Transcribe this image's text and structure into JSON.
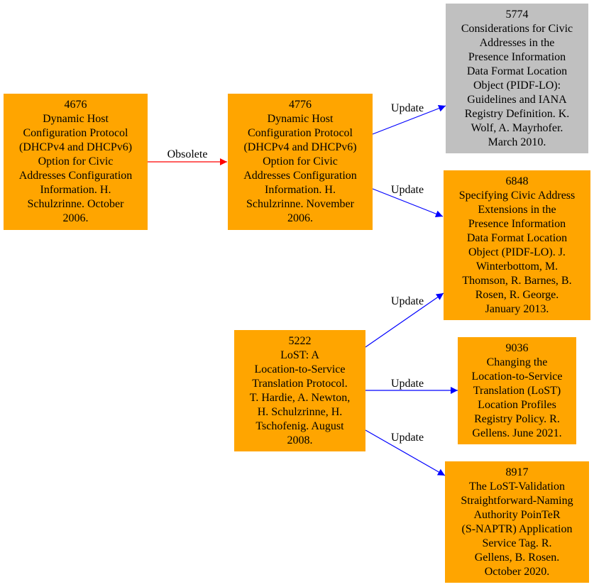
{
  "colors": {
    "orange": "#ffa500",
    "gray": "#c0c0c0",
    "obsolete_edge": "#ff0000",
    "update_edge": "#0000ff"
  },
  "nodes": {
    "n4676": {
      "number": "4676",
      "text": "Dynamic Host\nConfiguration Protocol\n(DHCPv4 and DHCPv6)\nOption for Civic\nAddresses Configuration\nInformation. H.\nSchulzrinne. October\n2006.",
      "color": "orange"
    },
    "n4776": {
      "number": "4776",
      "text": "Dynamic Host\nConfiguration Protocol\n(DHCPv4 and DHCPv6)\nOption for Civic\nAddresses Configuration\nInformation. H.\nSchulzrinne. November\n2006.",
      "color": "orange"
    },
    "n5774": {
      "number": "5774",
      "text": "Considerations for Civic\nAddresses in the\nPresence Information\nData Format Location\nObject (PIDF-LO):\nGuidelines and IANA\nRegistry Definition. K.\nWolf, A. Mayrhofer.\nMarch 2010.",
      "color": "gray"
    },
    "n6848": {
      "number": "6848",
      "text": "Specifying Civic Address\nExtensions in the\nPresence Information\nData Format Location\nObject (PIDF-LO). J.\nWinterbottom, M.\nThomson, R. Barnes, B.\nRosen, R. George.\nJanuary 2013.",
      "color": "orange"
    },
    "n5222": {
      "number": "5222",
      "text": "LoST: A\nLocation-to-Service\nTranslation Protocol.\nT. Hardie, A. Newton,\nH. Schulzrinne, H.\nTschofenig. August\n2008.",
      "color": "orange"
    },
    "n9036": {
      "number": "9036",
      "text": "Changing the\nLocation-to-Service\nTranslation (LoST)\nLocation Profiles\nRegistry Policy. R.\nGellens. June 2021.",
      "color": "orange"
    },
    "n8917": {
      "number": "8917",
      "text": "The LoST-Validation\nStraightforward-Naming\nAuthority PoinTeR\n(S-NAPTR) Application\nService Tag. R.\nGellens, B. Rosen.\nOctober 2020.",
      "color": "orange"
    }
  },
  "edges": [
    {
      "from": "4676",
      "to": "4776",
      "label": "Obsolete",
      "color": "obsolete_edge"
    },
    {
      "from": "4776",
      "to": "5774",
      "label": "Update",
      "color": "update_edge"
    },
    {
      "from": "4776",
      "to": "6848",
      "label": "Update",
      "color": "update_edge"
    },
    {
      "from": "5222",
      "to": "6848",
      "label": "Update",
      "color": "update_edge"
    },
    {
      "from": "5222",
      "to": "9036",
      "label": "Update",
      "color": "update_edge"
    },
    {
      "from": "5222",
      "to": "8917",
      "label": "Update",
      "color": "update_edge"
    }
  ]
}
